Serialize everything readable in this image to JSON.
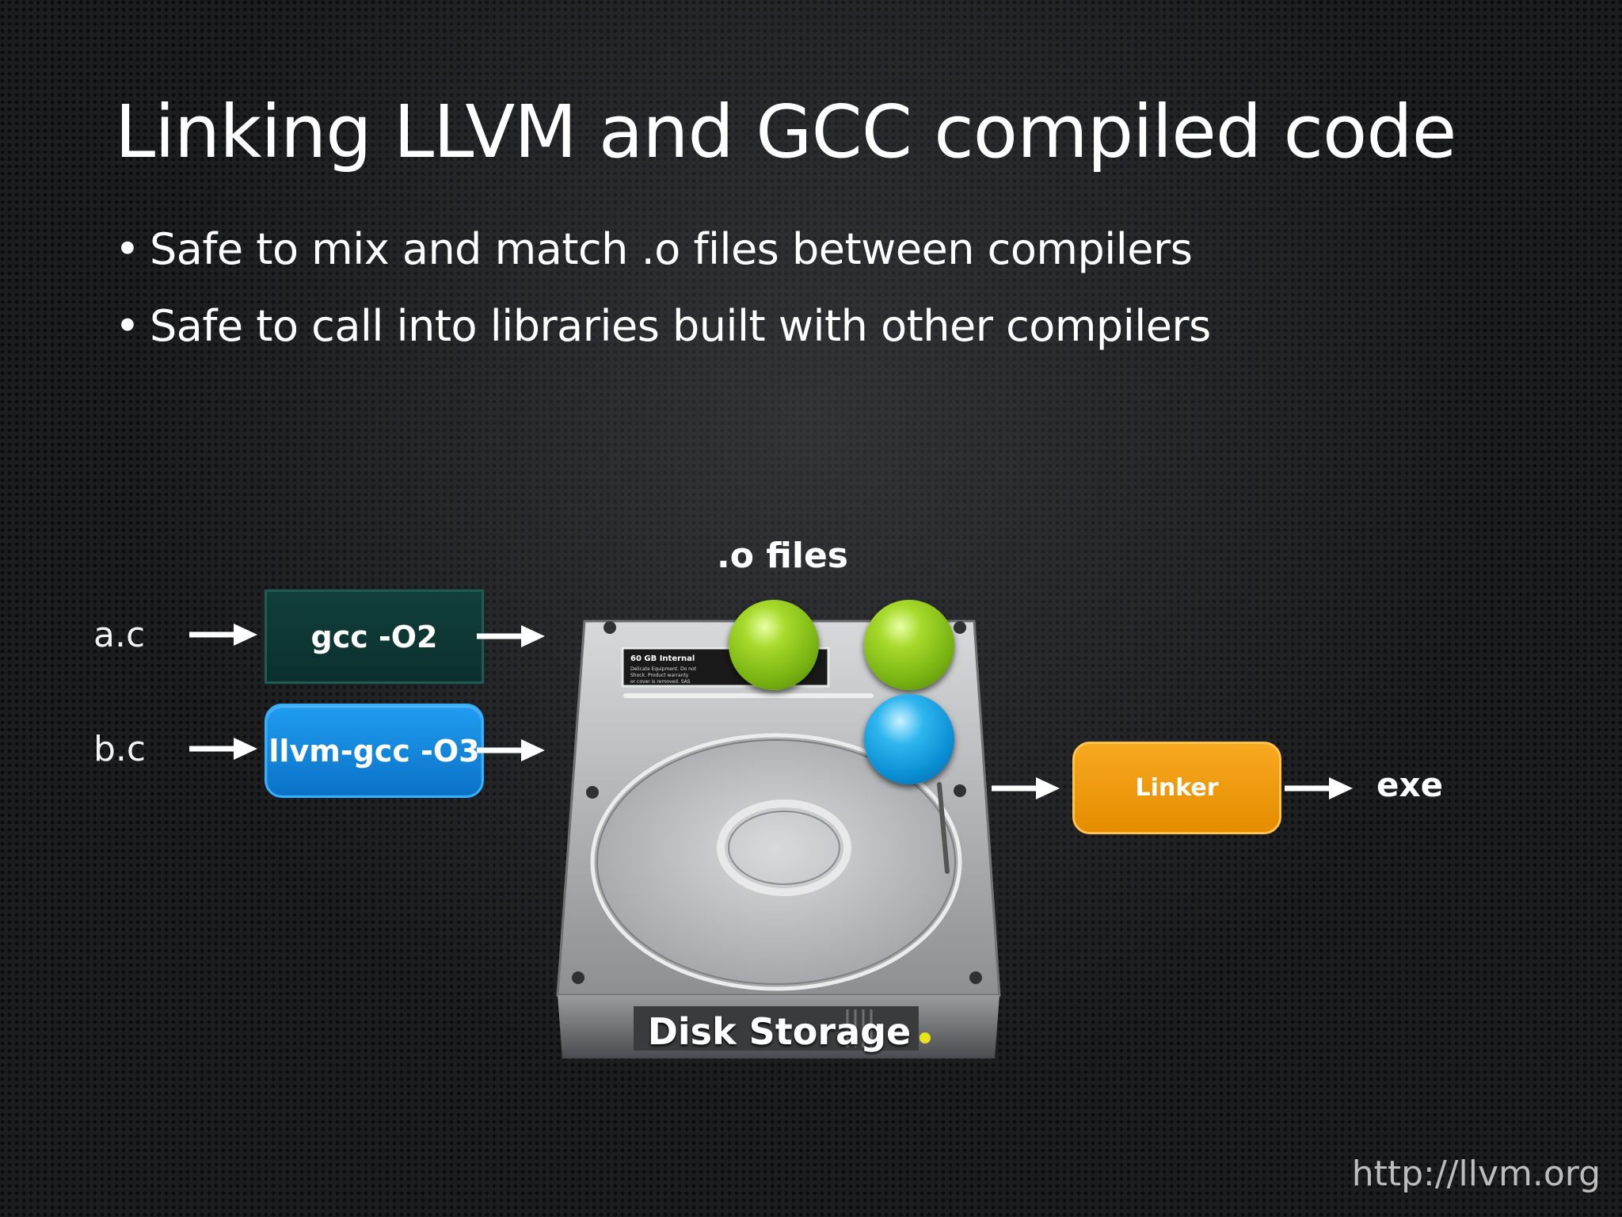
{
  "slide": {
    "title": "Linking LLVM and GCC compiled code",
    "bullets": [
      "Safe to mix and match .o files between compilers",
      "Safe to call into libraries built with other compilers"
    ],
    "footer": "http://llvm.org"
  },
  "diagram": {
    "inputs": [
      "a.c",
      "b.c"
    ],
    "compilers": [
      "gcc -O2",
      "llvm-gcc -O3"
    ],
    "ofiles_label": ".o files",
    "storage_label": "Disk Storage",
    "linker_label": "Linker",
    "output_label": "exe",
    "disk_sticker_text": [
      "60 GB Internal",
      "Delicate Equipment. Do not",
      "Shock. Product warranty",
      "or cover is removed. SAS"
    ]
  },
  "colors": {
    "gcc_box": "#0b302c",
    "llvm_box": "#1f9cf0",
    "linker_box": "#f7a91f",
    "ball_green": "#8cc21e",
    "ball_blue": "#1aa3e3"
  },
  "icons": [
    "arrow-right-icon",
    "hard-disk-icon",
    "object-file-ball-icon"
  ]
}
